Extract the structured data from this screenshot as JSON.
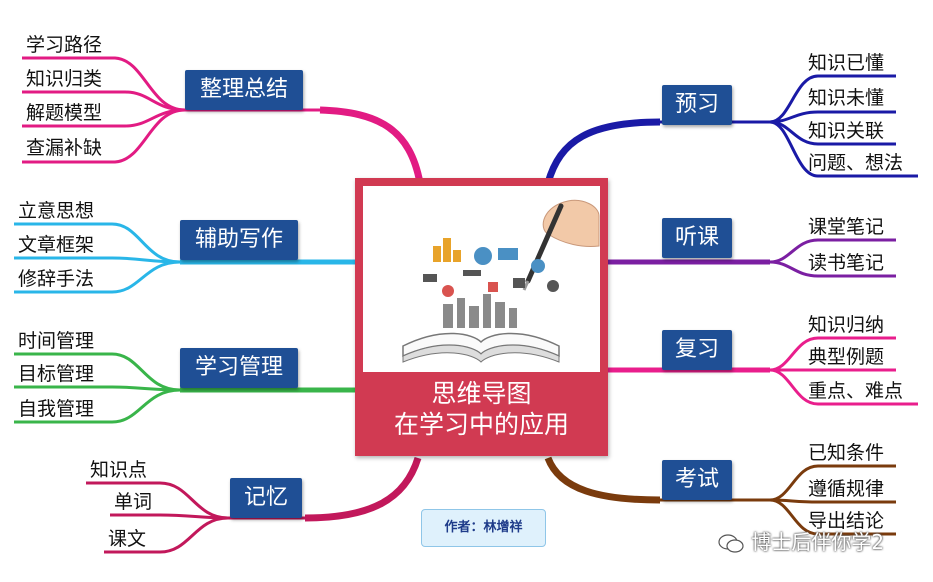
{
  "center": {
    "title_line1": "思维导图",
    "title_line2": "在学习中的应用"
  },
  "author": "作者：林增祥",
  "watermark": "博士后伴你学2",
  "colors": {
    "node_fill": "#1f4f95",
    "center_frame": "#d13a52",
    "branch_zhengli": "#e21b83",
    "branch_fuzhu": "#29b6e8",
    "branch_xuexi": "#39b54a",
    "branch_jiyi": "#c2185b",
    "branch_yuxi": "#1a1aa6",
    "branch_tingke": "#7b1fa2",
    "branch_fuxi": "#e91e8c",
    "branch_kaoshi": "#7a3b0d"
  },
  "branches": {
    "zhengli": {
      "label": "整理总结",
      "items": [
        "学习路径",
        "知识归类",
        "解题模型",
        "查漏补缺"
      ]
    },
    "fuzhu": {
      "label": "辅助写作",
      "items": [
        "立意思想",
        "文章框架",
        "修辞手法"
      ]
    },
    "xuexi": {
      "label": "学习管理",
      "items": [
        "时间管理",
        "目标管理",
        "自我管理"
      ]
    },
    "jiyi": {
      "label": "记忆",
      "items": [
        "知识点",
        "单词",
        "课文"
      ]
    },
    "yuxi": {
      "label": "预习",
      "items": [
        "知识已懂",
        "知识未懂",
        "知识关联",
        "问题、想法"
      ]
    },
    "tingke": {
      "label": "听课",
      "items": [
        "课堂笔记",
        "读书笔记"
      ]
    },
    "fuxi": {
      "label": "复习",
      "items": [
        "知识归纳",
        "典型例题",
        "重点、难点"
      ]
    },
    "kaoshi": {
      "label": "考试",
      "items": [
        "已知条件",
        "遵循规律",
        "导出结论"
      ]
    }
  }
}
